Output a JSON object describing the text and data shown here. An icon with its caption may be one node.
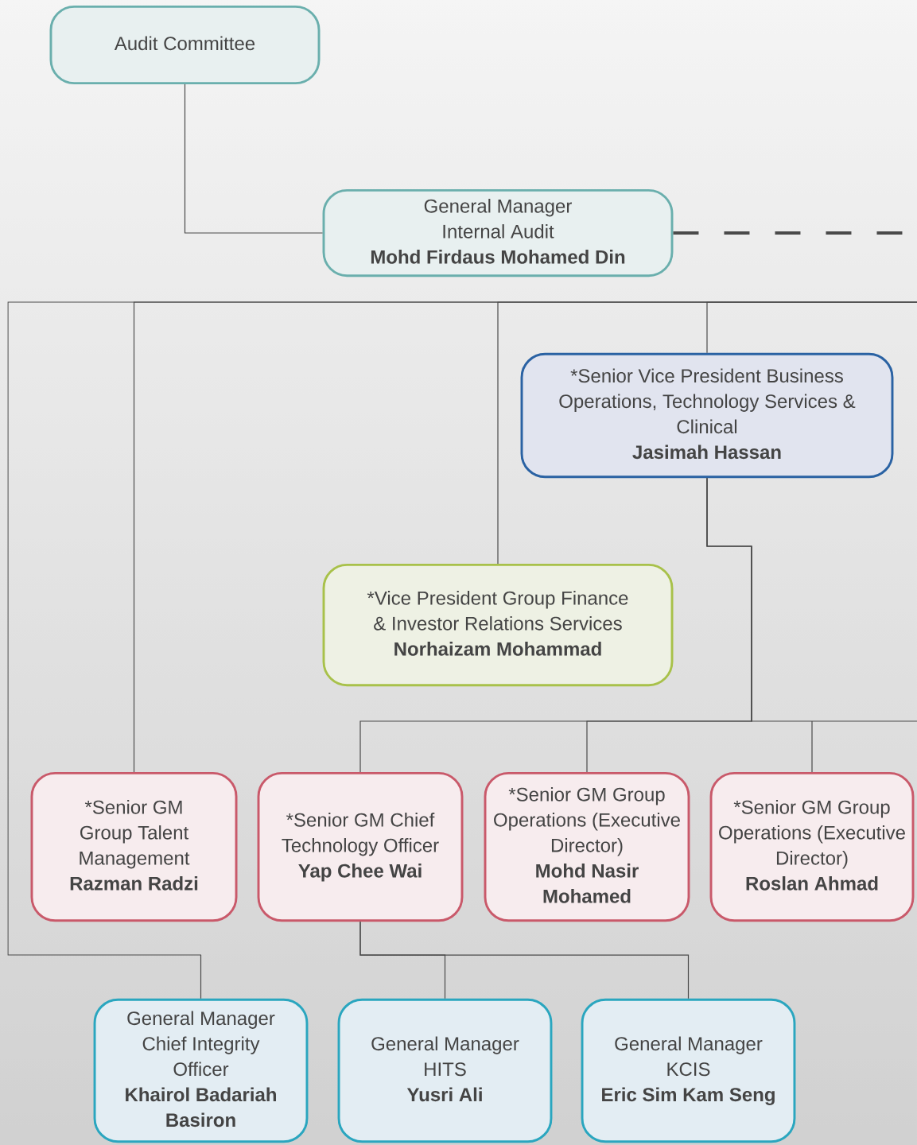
{
  "diagram": {
    "nodes": [
      {
        "text": [
          "Audit Committee"
        ]
      },
      {
        "text": [
          "General Manager Internal Audit",
          "Mohd Firdaus Mohamed Din"
        ]
      },
      {
        "text": [
          "*Senior Vice President Business Operations, Technology Services & Clinical",
          "Jasimah Hassan"
        ]
      },
      {
        "text": [
          "*Vice President Group Finance & Investor Relations Services",
          "Norhaizam Mohammad"
        ]
      },
      {
        "text": [
          "*Senior GM Group Talent Management",
          "Razman Radzi"
        ]
      },
      {
        "text": [
          "*Senior GM Chief Technology Officer",
          "Yap Chee Wai"
        ]
      },
      {
        "text": [
          "*Senior GM Group Operations (Executive Director)",
          "Mohd Nasir Mohamed"
        ]
      },
      {
        "text": [
          "*Senior GM Group Operations (Executive Director)",
          "Roslan Ahmad"
        ]
      },
      {
        "text": [
          "General Manager Chief Integrity Officer",
          "Khairol Badariah Basiron"
        ]
      },
      {
        "text": [
          "General Manager HITS",
          "Yusri Ali"
        ]
      },
      {
        "text": [
          "General Manager KCIS",
          "Eric Sim Kam Seng"
        ]
      }
    ],
    "edges": [
      {
        "from": 0,
        "to": 1,
        "arrow": "none"
      },
      {
        "from": 1,
        "to": null,
        "arrow": "none",
        "style": "dashed"
      },
      {
        "from": null,
        "to": 2,
        "arrow": "none"
      },
      {
        "from": null,
        "to": 3,
        "arrow": "none"
      },
      {
        "from": null,
        "to": 4,
        "arrow": "none"
      },
      {
        "from": null,
        "to": 8,
        "arrow": "none"
      },
      {
        "from": 2,
        "to": 5,
        "arrow": "none"
      },
      {
        "from": 2,
        "to": 6,
        "arrow": "none"
      },
      {
        "from": 2,
        "to": 7,
        "arrow": "none"
      },
      {
        "from": 5,
        "to": 9,
        "arrow": "none"
      },
      {
        "from": 5,
        "to": 10,
        "arrow": "none"
      }
    ]
  }
}
